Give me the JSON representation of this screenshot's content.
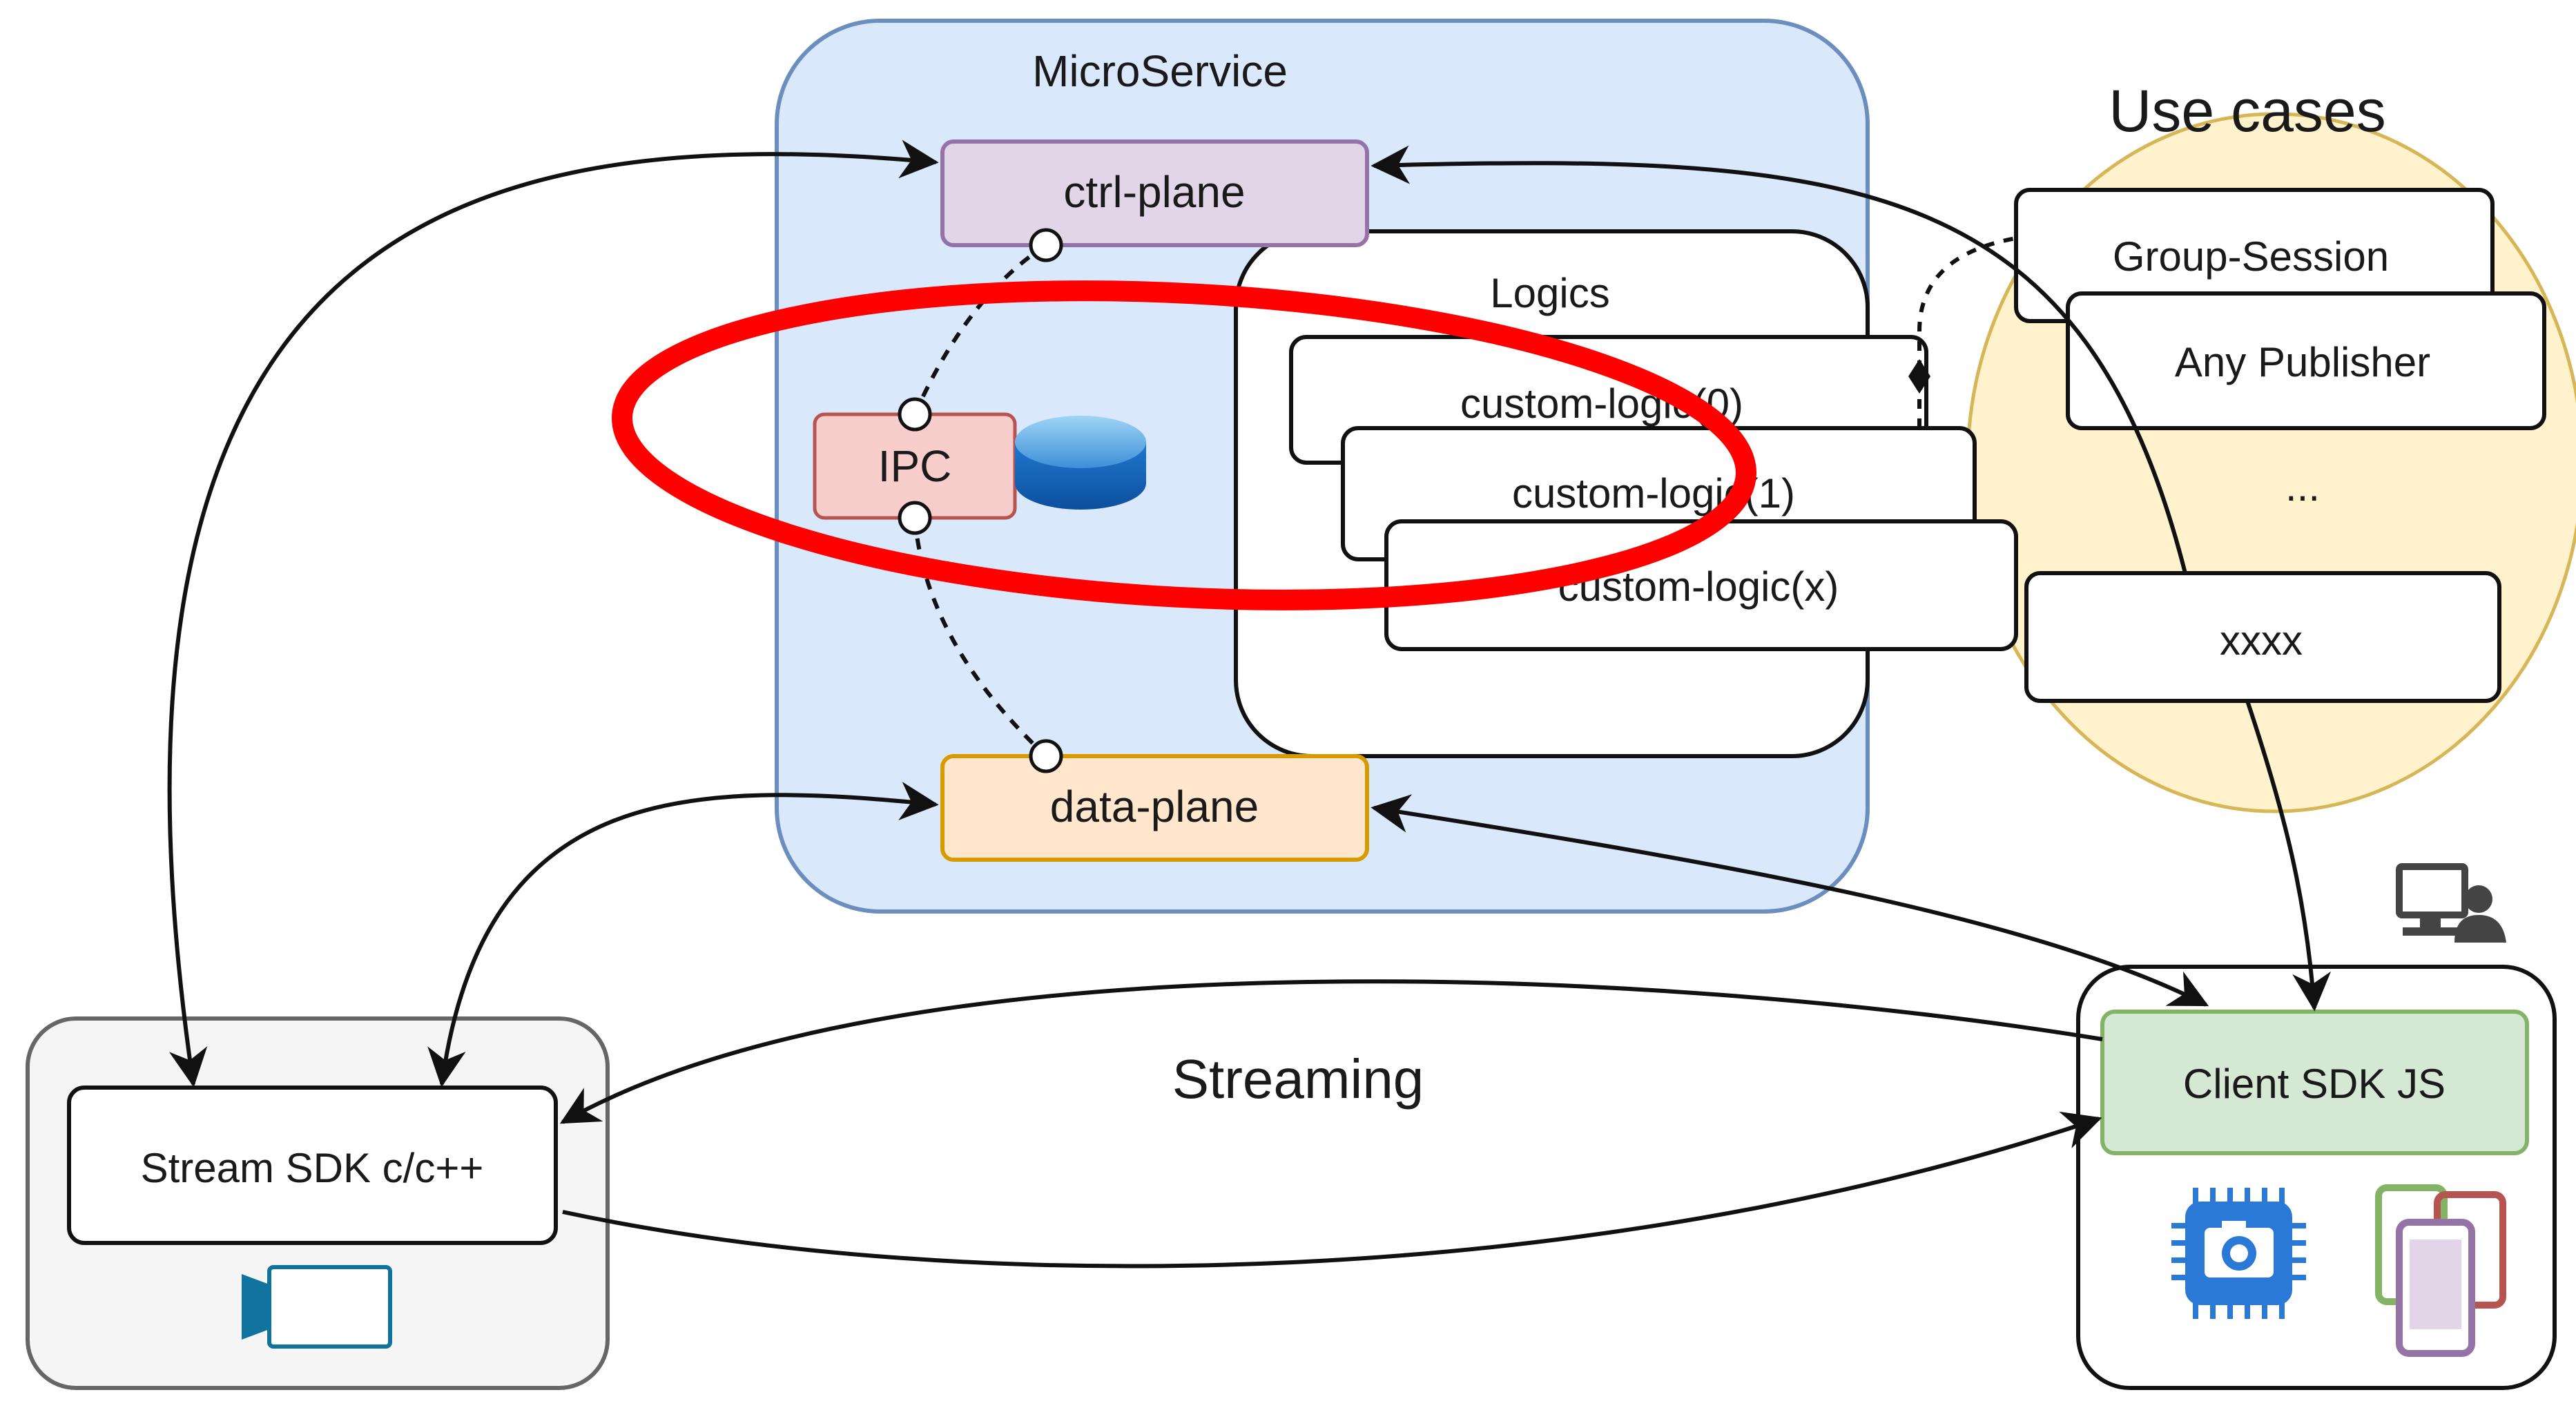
{
  "microservice": {
    "title": "MicroService",
    "ctrl_plane": "ctrl-plane",
    "data_plane": "data-plane",
    "ipc": "IPC",
    "logics": {
      "title": "Logics",
      "items": [
        "custom-logic(0)",
        "custom-logic(1)",
        "custom-logic(x)"
      ]
    }
  },
  "use_cases": {
    "title": "Use cases",
    "items": [
      "Group-Session",
      "Any Publisher",
      "...",
      "xxxx"
    ]
  },
  "stream_sdk": {
    "label": "Stream SDK c/c++"
  },
  "client_sdk": {
    "label": "Client SDK JS"
  },
  "streaming_label": "Streaming",
  "icons": [
    "database-icon",
    "camera-icon",
    "computer-user-icon",
    "camera-chip-icon",
    "mobile-devices-icon"
  ],
  "colors": {
    "microservice_bg": "#dae8fc",
    "microservice_border": "#6c8ebf",
    "ctrl_plane_bg": "#e1d5e7",
    "ctrl_plane_border": "#9673a6",
    "data_plane_bg": "#ffe6cc",
    "data_plane_border": "#d79b00",
    "ipc_bg": "#f8cecc",
    "ipc_border": "#b85450",
    "use_cases_bg": "#fff2cc",
    "use_cases_border": "#d6b656",
    "client_sdk_bg": "#d5e8d4",
    "client_sdk_border": "#82b366",
    "stream_group_bg": "#f5f5f5",
    "highlight": "#ff0000"
  }
}
